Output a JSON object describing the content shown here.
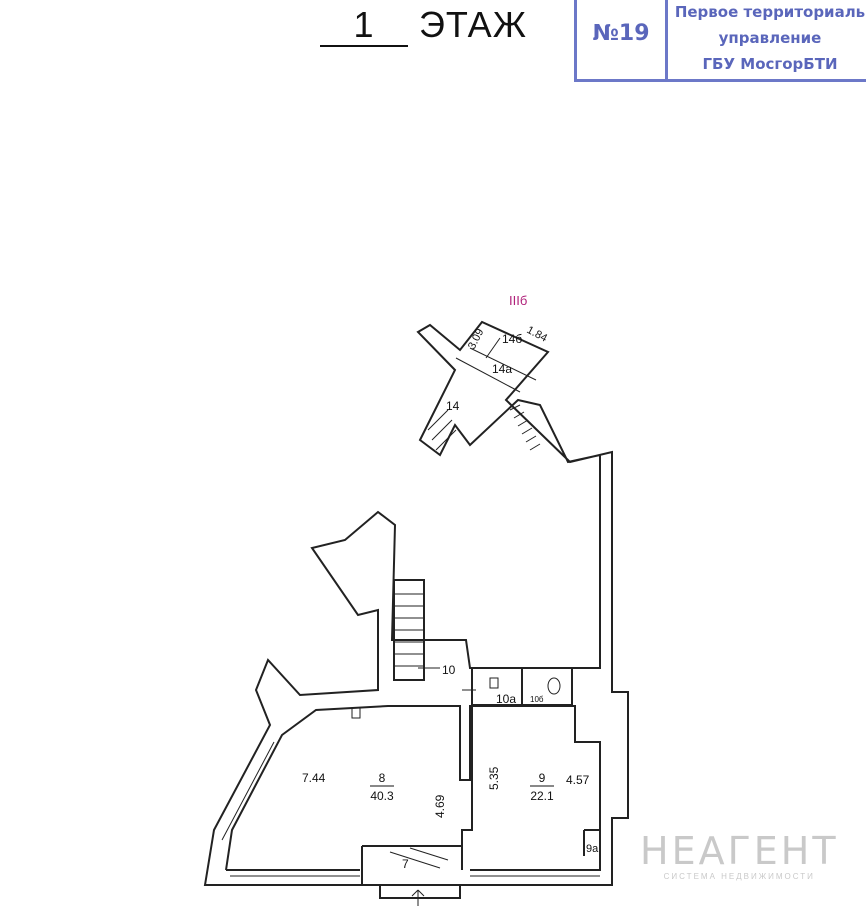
{
  "header": {
    "floor_number": "1",
    "floor_word": "ЭТАЖ"
  },
  "stamp": {
    "number": "№19",
    "line1": "Первое территориаль",
    "line2": "управление",
    "line3": "ГБУ МосгорБТИ"
  },
  "plan": {
    "section_label": "IIIб",
    "rooms": {
      "r14b": "14б",
      "r14a": "14а",
      "r14": "14",
      "r10": "10",
      "r10a": "10а",
      "r10b": "10б",
      "r8": "8",
      "r8_area": "40.3",
      "r9": "9",
      "r9_area": "22.1",
      "r9a": "9а",
      "r7": "7"
    },
    "dimensions": {
      "d309": "3.09",
      "d184": "1.84",
      "d744": "7.44",
      "d469": "4.69",
      "d535": "5.35",
      "d457": "4.57"
    }
  },
  "watermark": {
    "logo": "НЕАГЕНТ",
    "tagline": "СИСТЕМА НЕДВИЖИМОСТИ"
  }
}
